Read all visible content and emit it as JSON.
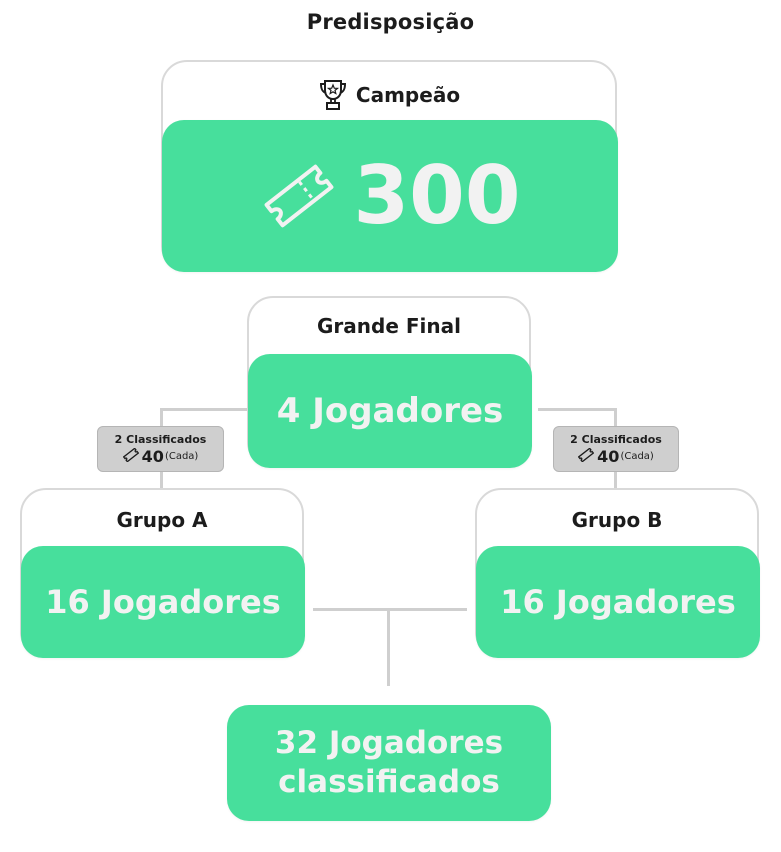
{
  "title": "Predisposição",
  "champion": {
    "label": "Campeão",
    "value": "300",
    "icon": "trophy-icon",
    "value_icon": "ticket-icon"
  },
  "final": {
    "label": "Grande Final",
    "players": "4 Jogadores"
  },
  "badges": {
    "left": {
      "top": "2 Classificados",
      "value": "40",
      "suffix": "(Cada)",
      "icon": "ticket-icon"
    },
    "right": {
      "top": "2 Classificados",
      "value": "40",
      "suffix": "(Cada)",
      "icon": "ticket-icon"
    }
  },
  "group_a": {
    "label": "Grupo A",
    "players": "16 Jogadores"
  },
  "group_b": {
    "label": "Grupo B",
    "players": "16 Jogadores"
  },
  "qualified": {
    "line1": "32 Jogadores",
    "line2": "classificados"
  },
  "colors": {
    "green": "#47df9c",
    "text_on_green": "#f2f2f2",
    "card_border": "#d9d9d9",
    "connector": "#cfcfcf",
    "badge_bg": "#cfcfcf"
  }
}
